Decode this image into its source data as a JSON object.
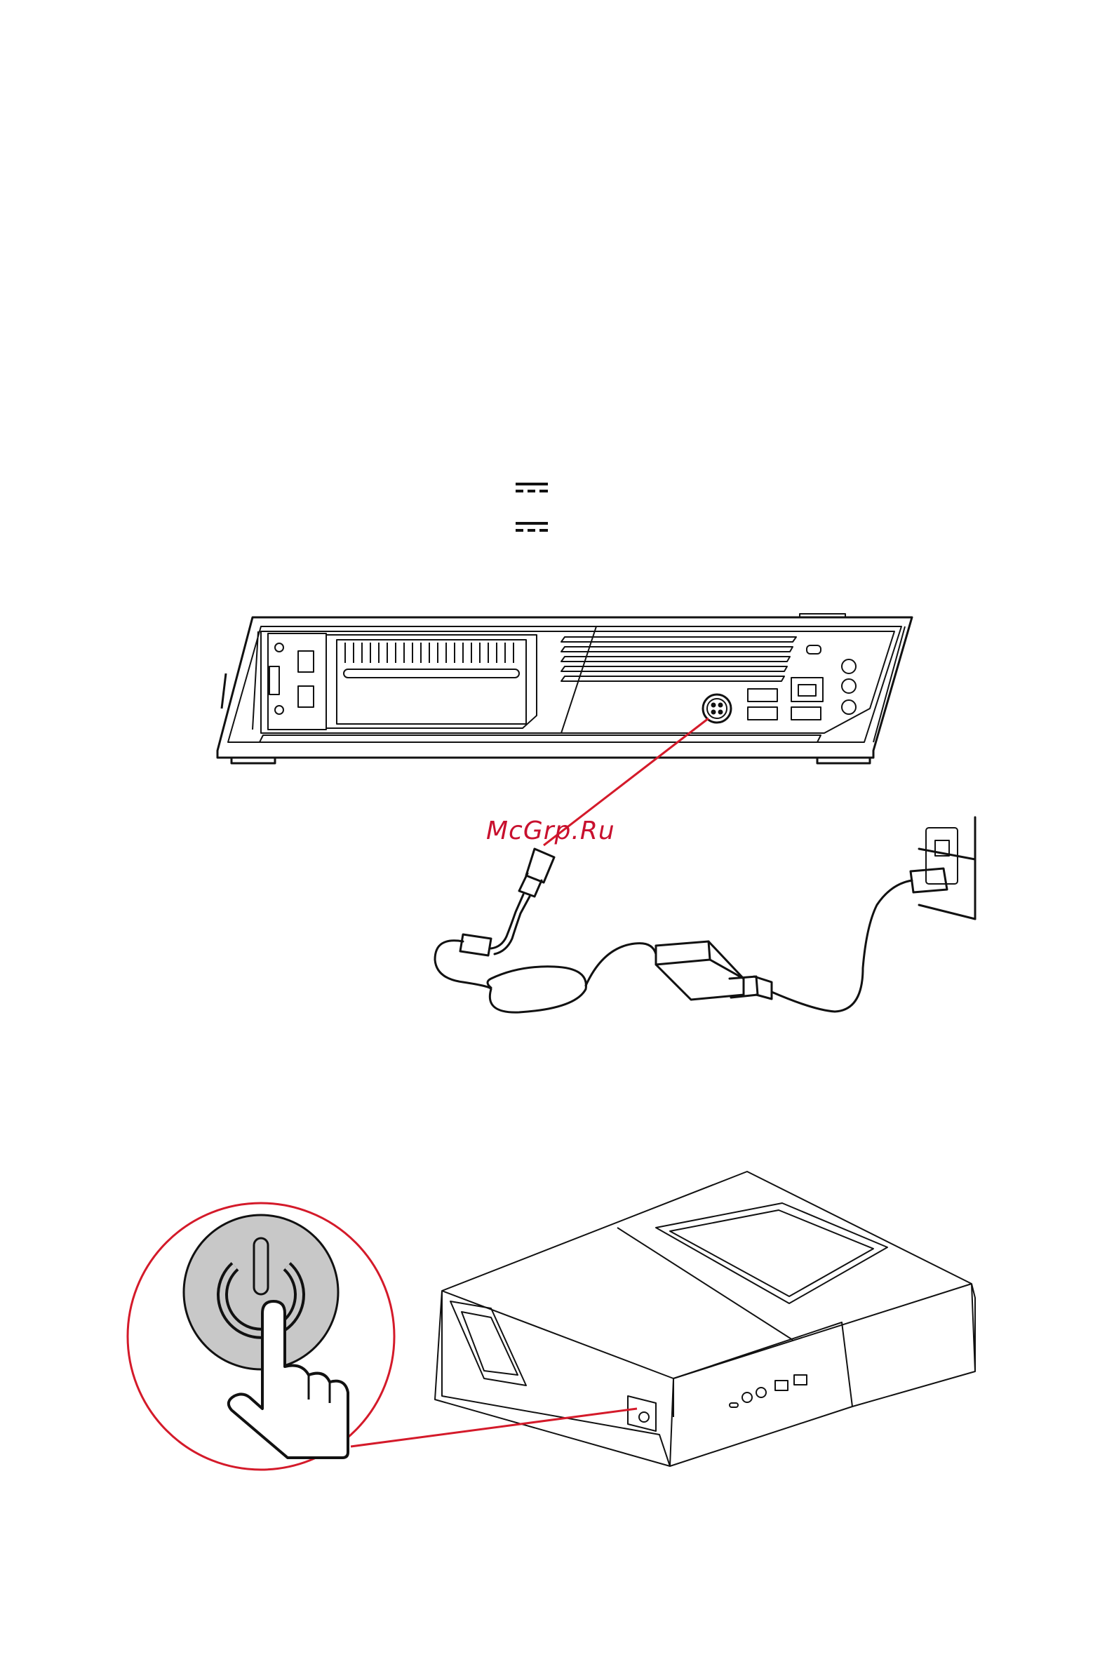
{
  "watermark": {
    "text": "McGrp.Ru"
  },
  "symbols": {
    "dc": "direct-current-symbol"
  },
  "colors": {
    "line": "#111111",
    "accent": "#d41a2a",
    "button_fill": "#c8c8c8",
    "paper": "#ffffff"
  },
  "figures": {
    "rear_panel": {
      "name": "desktop-rear-panel-connection"
    },
    "front": {
      "name": "desktop-power-on"
    }
  }
}
